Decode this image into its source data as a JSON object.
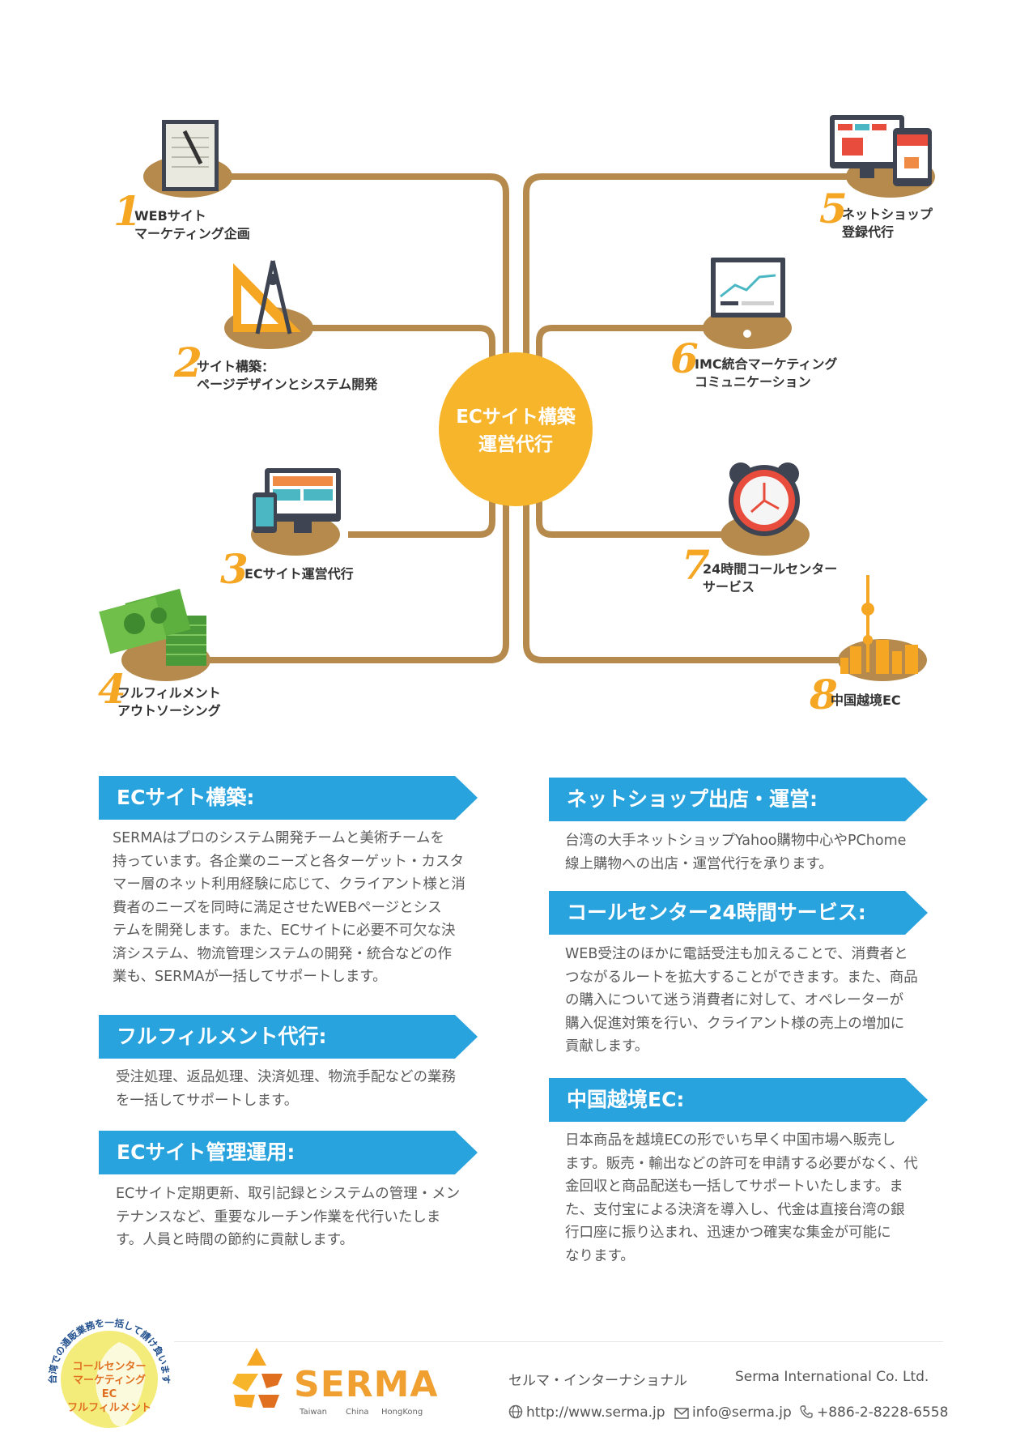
{
  "center": {
    "line1": "ECサイト構築",
    "line2": "運営代行"
  },
  "services": [
    {
      "num": "1",
      "line1": "WEBサイト",
      "line2": "マーケティング企画",
      "icon": "document-pen-icon"
    },
    {
      "num": "2",
      "line1": "サイト構築：",
      "line2": "ページデザインとシステム開発",
      "icon": "compass-ruler-icon"
    },
    {
      "num": "3",
      "line1": "ECサイト運営代行",
      "line2": "",
      "icon": "monitor-tablet-icon"
    },
    {
      "num": "4",
      "line1": "フルフィルメント",
      "line2": "アウトソーシング",
      "icon": "money-stack-icon"
    },
    {
      "num": "5",
      "line1": "ネットショップ",
      "line2": "登録代行",
      "icon": "online-shop-icon"
    },
    {
      "num": "6",
      "line1": "IMC統合マーケティング",
      "line2": "コミュニケーション",
      "icon": "presentation-board-icon"
    },
    {
      "num": "7",
      "line1": "24時間コールセンター",
      "line2": "サービス",
      "icon": "alarm-clock-icon"
    },
    {
      "num": "8",
      "line1": "中国越境EC",
      "line2": "",
      "icon": "shanghai-skyline-icon"
    }
  ],
  "sections": {
    "ec_build": {
      "title": "ECサイト構築:",
      "lines": [
        "SERMAはプロのシステム開発チームと美術チームを",
        "持っています。各企業のニーズと各ターゲット・カスタ",
        "マー層のネット利用経験に応じて、クライアント様と消",
        "費者のニーズを同時に満足させたWEBページとシス",
        "テムを開発します。また、ECサイトに必要不可欠な決",
        "済システム、物流管理システムの開発・統合などの作",
        "業も、SERMAが一括してサポートします。"
      ]
    },
    "fulfillment": {
      "title": "フルフィルメント代行:",
      "lines": [
        "受注処理、返品処理、決済処理、物流手配などの業務",
        "を一括してサポートします。"
      ]
    },
    "ec_manage": {
      "title": "ECサイト管理運用:",
      "lines": [
        "ECサイト定期更新、取引記録とシステムの管理・メン",
        "テナンスなど、重要なルーチン作業を代行いたしま",
        "す。人員と時間の節約に貢献します。"
      ]
    },
    "netshop": {
      "title": "ネットショップ出店・運営:",
      "lines": [
        "台湾の大手ネットショップYahoo購物中心やPChome",
        "線上購物への出店・運営代行を承ります。"
      ]
    },
    "callcenter": {
      "title": "コールセンター24時間サービス:",
      "lines": [
        "WEB受注のほかに電話受注も加えることで、消費者と",
        "つながるルートを拡大することができます。また、商品",
        "の購入について迷う消費者に対して、オペレーターが",
        "購入促進対策を行い、クライアント様の売上の増加に",
        "貢献します。"
      ]
    },
    "china_ec": {
      "title": "中国越境EC:",
      "lines": [
        "日本商品を越境ECの形でいち早く中国市場へ販売し",
        "ます。販売・輸出などの許可を申請する必要がなく、代",
        "金回収と商品配送も一括してサポートいたします。ま",
        "た、支付宝による決済を導入し、代金は直接台湾の銀",
        "行口座に振り込まれ、迅速かつ確実な集金が可能に",
        "なります。"
      ]
    }
  },
  "footer": {
    "badge_arc": "台湾での通販業務を一括して請け負います",
    "badge_lines": [
      "コールセンター",
      "マーケティング",
      "EC",
      "フルフィルメント"
    ],
    "logo_text": "SERMA",
    "logo_regions": [
      "Taiwan",
      "China",
      "HongKong"
    ],
    "company_jp": "セルマ・インターナショナル",
    "company_en": "Serma International Co. Ltd.",
    "website": "http://www.serma.jp",
    "email": "info@serma.jp",
    "phone": "+886-2-8228-6558"
  },
  "colors": {
    "brown": "#b58a4c",
    "accent_orange": "#f5a623",
    "banner_blue": "#29a3de",
    "badge_yellow": "#f4ec7a"
  }
}
